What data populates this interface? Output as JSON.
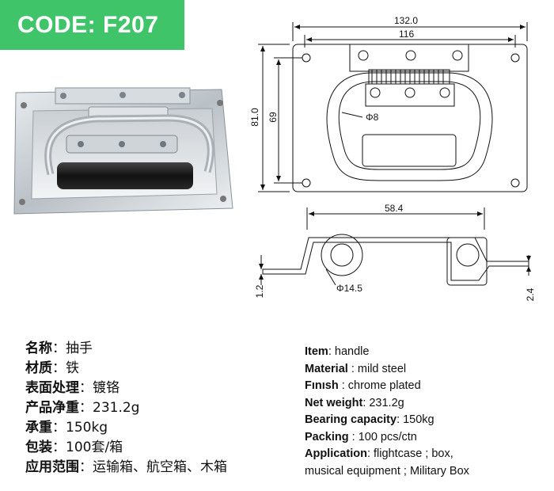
{
  "badge": {
    "code": "CODE: F207",
    "color": "#3fc46a"
  },
  "dimensions": {
    "overall_width": "132.0",
    "hole_spacing": "116",
    "overall_height": "81.0",
    "hole_height": "69",
    "rod_diameter": "Φ8",
    "depth": "58.4",
    "grip_diameter": "Φ14.5",
    "plate_thickness": "1.2",
    "wall_thickness": "2.4"
  },
  "specs_cn": [
    {
      "label": "名称",
      "sep": "：",
      "value": "抽手"
    },
    {
      "label": "材质",
      "sep": "：",
      "value": "铁"
    },
    {
      "label": "表面处理",
      "sep": "：",
      "value": "镀铬"
    },
    {
      "label": "产品净重",
      "sep": "：",
      "value": "231.2g"
    },
    {
      "label": "承重",
      "sep": "：",
      "value": "150kg"
    },
    {
      "label": "包装",
      "sep": "：",
      "value": "100套/箱"
    },
    {
      "label": "应用范围",
      "sep": "：",
      "value": "运输箱、航空箱、木箱"
    }
  ],
  "specs_en": [
    {
      "label": "Item",
      "value": ": handle"
    },
    {
      "label": "Material",
      "value": " : mild steel"
    },
    {
      "label": "Fınısh",
      "value": " : chrome plated"
    },
    {
      "label": "Net weight",
      "value": ":  231.2g"
    },
    {
      "label": "Bearing capacity",
      "value": ": 150kg"
    },
    {
      "label": "Packing",
      "value": " : 100 pcs/ctn"
    },
    {
      "label": "Application",
      "value": ": flightcase ; box,"
    },
    {
      "label": "",
      "value": "musical equipment ; Military Box"
    }
  ]
}
